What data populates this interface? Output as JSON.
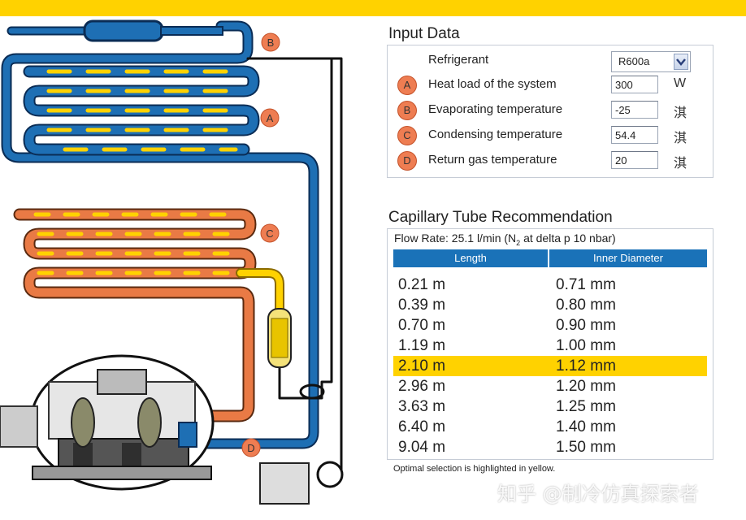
{
  "input": {
    "title": "Input Data",
    "refrigerant_label": "Refrigerant",
    "refrigerant_value": "R600a",
    "rows": [
      {
        "badge": "A",
        "label": "Heat load of the system",
        "value": "300",
        "unit": "W"
      },
      {
        "badge": "B",
        "label": "Evaporating temperature",
        "value": "-25",
        "unit": "淇"
      },
      {
        "badge": "C",
        "label": "Condensing temperature",
        "value": "54.4",
        "unit": "淇"
      },
      {
        "badge": "D",
        "label": "Return gas temperature",
        "value": "20",
        "unit": "淇"
      }
    ]
  },
  "capillary": {
    "title": "Capillary Tube Recommendation",
    "flow_rate_prefix": "Flow Rate: 25.1 l/min (N",
    "flow_rate_sub": "2",
    "flow_rate_suffix": " at delta p 10 nbar)",
    "col_length": "Length",
    "col_diameter": "Inner Diameter",
    "rows": [
      {
        "length": "0.21 m",
        "diameter": "0.71 mm",
        "highlight": false
      },
      {
        "length": "0.39 m",
        "diameter": "0.80 mm",
        "highlight": false
      },
      {
        "length": "0.70 m",
        "diameter": "0.90 mm",
        "highlight": false
      },
      {
        "length": "1.19 m",
        "diameter": "1.00 mm",
        "highlight": false
      },
      {
        "length": "2.10 m",
        "diameter": "1.12 mm",
        "highlight": true
      },
      {
        "length": "2.96 m",
        "diameter": "1.20 mm",
        "highlight": false
      },
      {
        "length": "3.63 m",
        "diameter": "1.25 mm",
        "highlight": false
      },
      {
        "length": "6.40 m",
        "diameter": "1.40 mm",
        "highlight": false
      },
      {
        "length": "9.04 m",
        "diameter": "1.50 mm",
        "highlight": false
      }
    ],
    "note": "Optimal selection is highlighted in yellow."
  },
  "diagram": {
    "badges": {
      "a": "A",
      "b": "B",
      "c": "C",
      "d": "D"
    }
  },
  "watermark": "知乎 @制冷仿真探索者",
  "colors": {
    "accent_yellow": "#FFD200",
    "header_blue": "#1a72b8",
    "badge_orange": "#ee7d52",
    "pipe_blue": "#1e6fb4",
    "pipe_orange": "#e97a45"
  }
}
